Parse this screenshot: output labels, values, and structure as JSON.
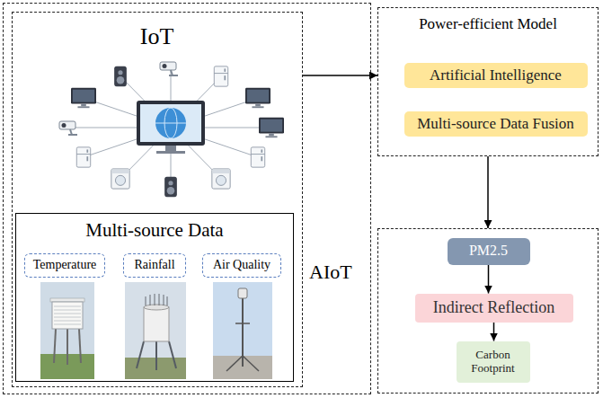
{
  "diagram": {
    "nodes": [
      {
        "text": [
          "AIoT"
        ]
      },
      {
        "text": [
          "IoT"
        ],
        "in": 0
      },
      {
        "text": [
          "Multi-source Data"
        ],
        "in": 1
      },
      {
        "text": [
          "Temperature"
        ],
        "in": 2
      },
      {
        "text": [
          "Rainfall"
        ],
        "in": 2
      },
      {
        "text": [
          "Air Quality"
        ],
        "in": 2
      },
      {
        "text": [
          "Power-efficient Model"
        ]
      },
      {
        "text": [
          "Artificial Intelligence"
        ],
        "in": 6
      },
      {
        "text": [
          "Multi-source Data Fusion"
        ],
        "in": 6
      },
      {
        "text": []
      },
      {
        "text": [
          "PM2.5"
        ],
        "in": 9
      },
      {
        "text": [
          "Indirect Reflection"
        ],
        "in": 9
      },
      {
        "text": [
          "Carbon Footprint"
        ],
        "in": 9
      }
    ],
    "edges": [
      {
        "from": 1,
        "to": 6,
        "arrow": "to"
      },
      {
        "from": 6,
        "to": 9,
        "arrow": "to"
      },
      {
        "from": 10,
        "to": 11,
        "arrow": "to"
      },
      {
        "from": 11,
        "to": 12,
        "arrow": "to"
      }
    ]
  }
}
